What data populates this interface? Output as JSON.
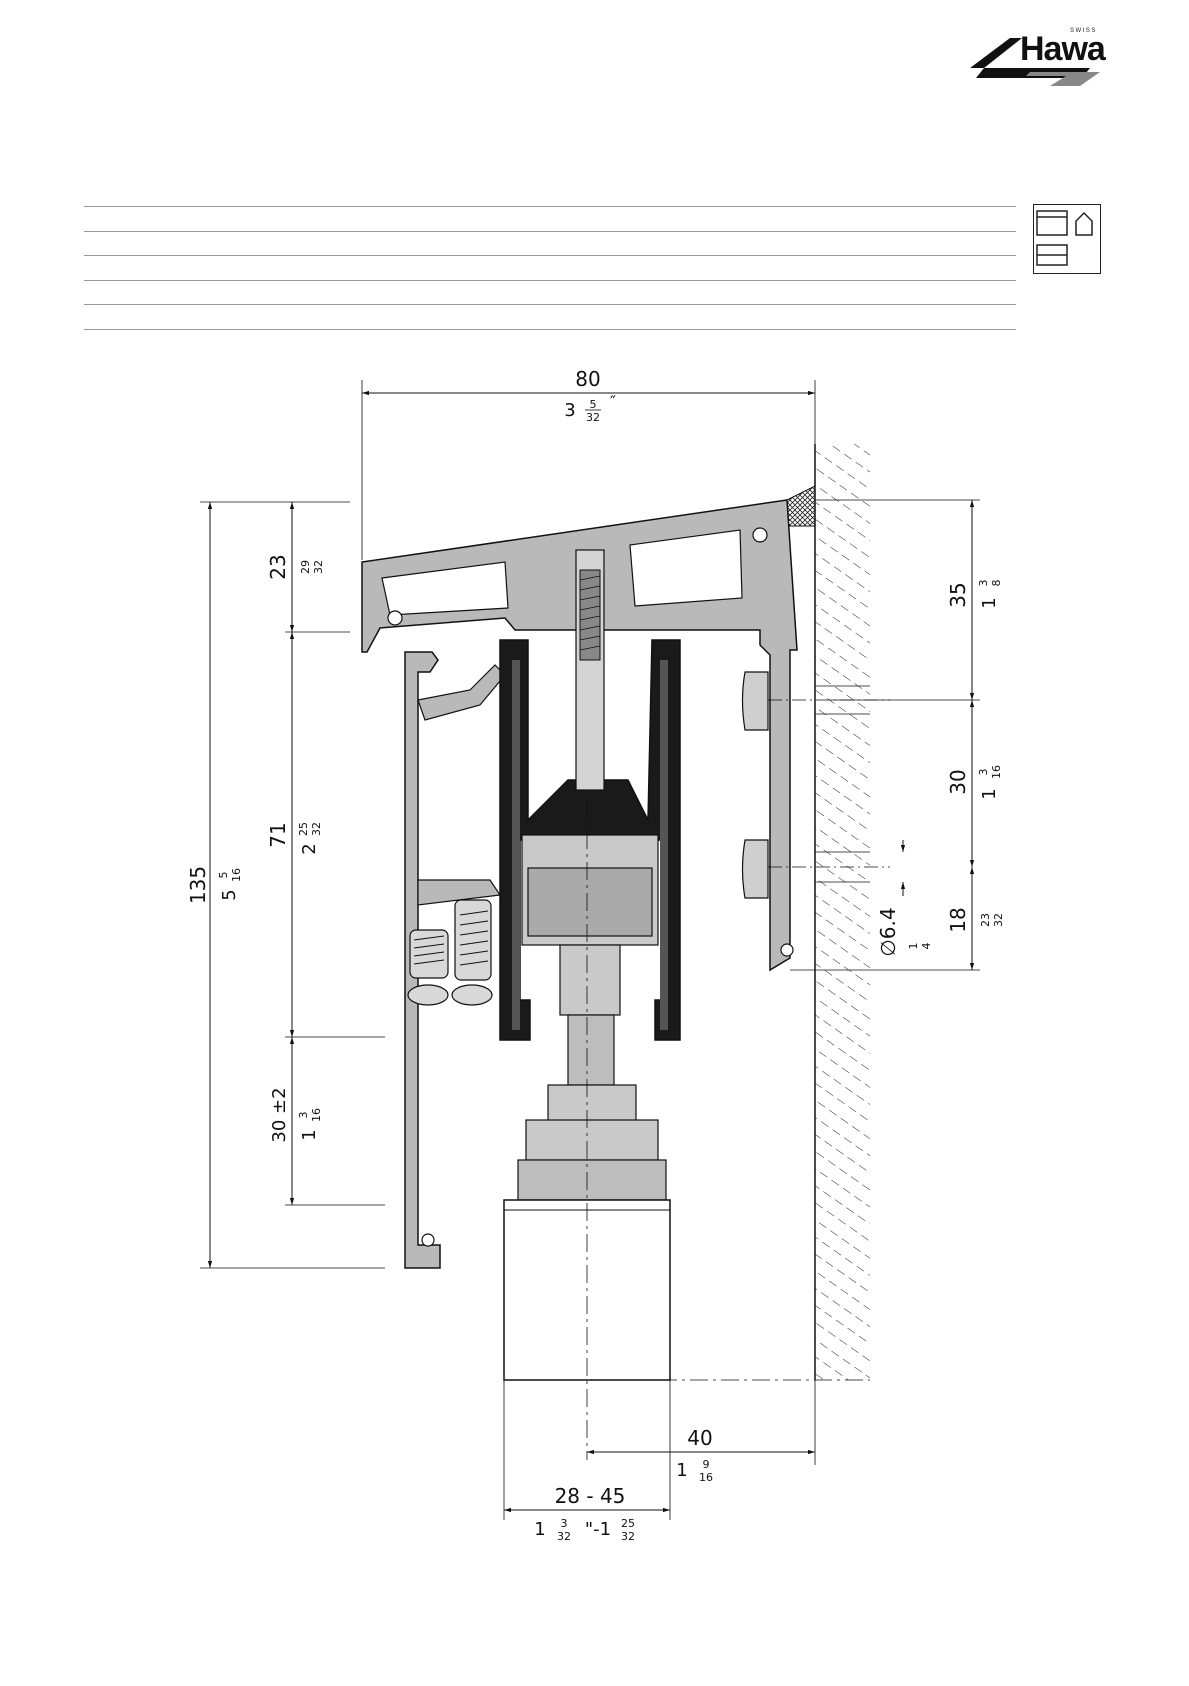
{
  "logo": {
    "swiss": "SWISS",
    "brand": "Hawa"
  },
  "dims": {
    "width_top_mm": "80",
    "width_top_in_whole": "3",
    "width_top_in_num": "5",
    "width_top_in_den": "32",
    "h135_mm": "135",
    "h135_in_whole": "5",
    "h135_in_num": "5",
    "h135_in_den": "16",
    "h23_mm": "23",
    "h23_in_num": "29",
    "h23_in_den": "32",
    "h71_mm": "71",
    "h71_in_whole": "2",
    "h71_in_num": "25",
    "h71_in_den": "32",
    "h30_mm": "30 ±2",
    "h30_in_whole": "1",
    "h30_in_num": "3",
    "h30_in_den": "16",
    "r35_mm": "35",
    "r35_in_whole": "1",
    "r35_in_num": "3",
    "r35_in_den": "8",
    "r30_mm": "30",
    "r30_in_whole": "1",
    "r30_in_num": "3",
    "r30_in_den": "16",
    "r18_mm": "18",
    "r18_in_num": "23",
    "r18_in_den": "32",
    "hole_mm": "∅6.4",
    "hole_in_num": "1",
    "hole_in_den": "4",
    "w40_mm": "40",
    "w40_in_whole": "1",
    "w40_in_num": "9",
    "w40_in_den": "16",
    "wdoor_mm": "28  -  45",
    "wdoor_in_a_whole": "1",
    "wdoor_in_a_num": "3",
    "wdoor_in_a_den": "32",
    "wdoor_in_sep": "\"-1",
    "wdoor_in_b_num": "25",
    "wdoor_in_b_den": "32"
  },
  "colors": {
    "metal": "#b9b9b9",
    "rubber": "#1a1a1a",
    "line": "#111111",
    "rule": "#999999"
  }
}
